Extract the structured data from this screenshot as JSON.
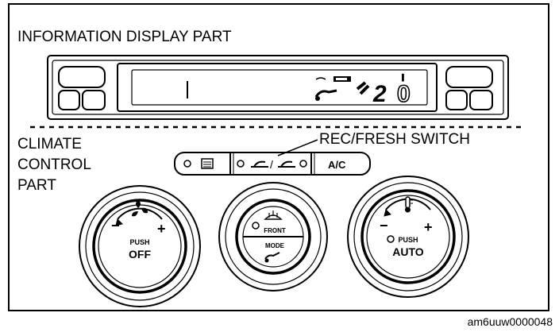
{
  "labels": {
    "info_display_part": "INFORMATION DISPLAY PART",
    "climate_line1": "CLIMATE",
    "climate_line2": "CONTROL",
    "climate_line3": "PART",
    "rec_fresh_switch": "REC/FRESH SWITCH"
  },
  "display": {
    "temperature_digits": "2",
    "temperature_decimal": "0"
  },
  "buttons": {
    "ac_label": "A/C",
    "slash": "/"
  },
  "knobs": {
    "left": {
      "push": "PUSH",
      "action": "OFF",
      "minus": "−",
      "plus": "+"
    },
    "center": {
      "top_label": "FRONT",
      "bottom_label": "MODE"
    },
    "right": {
      "push": "PUSH",
      "action": "AUTO",
      "minus": "−",
      "plus": "+"
    }
  },
  "figure_id": "am6uuw0000048",
  "icons": [
    "fan-icon",
    "thermometer-icon",
    "rear-defroster-icon",
    "front-defroster-icon",
    "mode-vent-icon",
    "recirculation-car-icon",
    "fresh-air-car-icon"
  ]
}
